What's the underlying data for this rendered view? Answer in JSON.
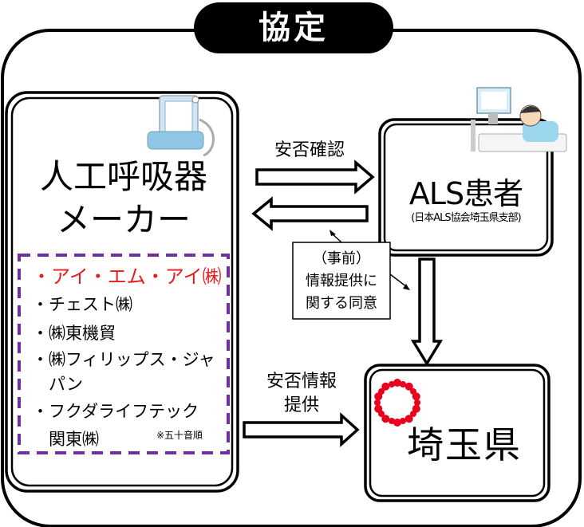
{
  "title": "協定",
  "maker": {
    "heading_line1": "人工呼吸器",
    "heading_line2": "メーカー",
    "companies": [
      "・アイ・エム・アイ㈱",
      "・チェスト㈱",
      "・㈱東機貿",
      "・㈱フィリップス・ジャ",
      "　パン",
      "・フクダライフテック",
      "　関東㈱"
    ],
    "note": "※五十音順",
    "highlight_color": "#e81c1c",
    "list_border_color": "#7030a0"
  },
  "patient": {
    "title": "ALS患者",
    "subtitle": "(日本ALS協会埼玉県支部)"
  },
  "prefecture": {
    "title": "埼玉県",
    "logo_color": "#e8001d"
  },
  "arrows": {
    "safety_check": "安否確認",
    "safety_info_line1": "安否情報",
    "safety_info_line2": "提供"
  },
  "consent": {
    "line1": "（事前）",
    "line2": "情報提供に",
    "line3": "関する同意"
  }
}
